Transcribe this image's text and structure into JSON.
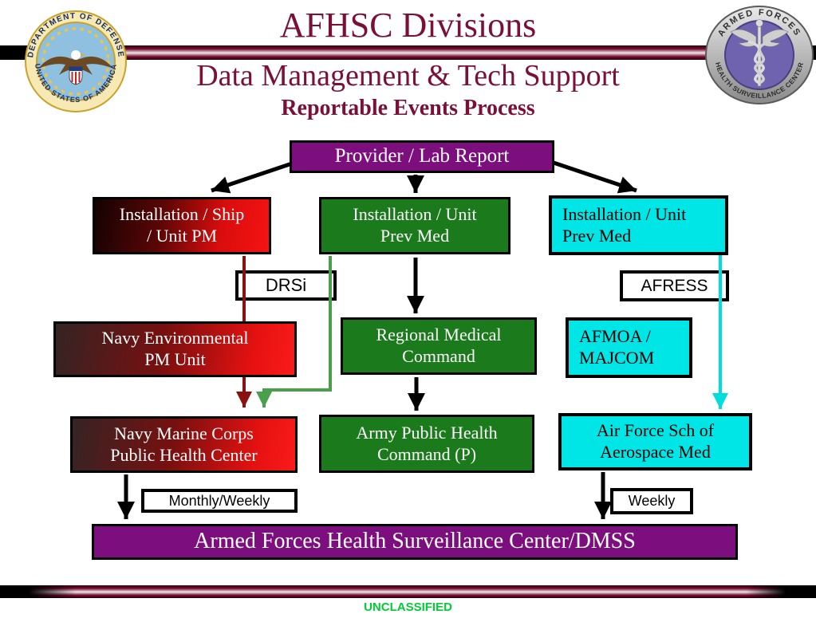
{
  "header": {
    "title": "AFHSC Divisions",
    "subtitle": "Data Management & Tech Support",
    "section_title": "Reportable Events Process",
    "left_logo": {
      "name": "dod-seal",
      "top_text": "DEPARTMENT OF DEFENSE",
      "bottom_text": "UNITED STATES OF AMERICA"
    },
    "right_logo": {
      "name": "afhsc-seal",
      "top_text": "ARMED FORCES",
      "bottom_text": "HEALTH SURVEILLANCE CENTER"
    }
  },
  "flowchart": {
    "boxes": {
      "provider": {
        "label": "Provider / Lab Report"
      },
      "installation_ship": {
        "line1": "Installation / Ship",
        "line2": "/ Unit PM"
      },
      "installation_unit_green": {
        "line1": "Installation / Unit",
        "line2": "Prev Med"
      },
      "installation_unit_cyan": {
        "line1": "Installation / Unit",
        "line2": "Prev Med"
      },
      "drsi": {
        "label": "DRSi"
      },
      "afress": {
        "label": "AFRESS"
      },
      "navy_environmental": {
        "line1": "Navy Environmental",
        "line2": "PM Unit"
      },
      "regional_medical": {
        "line1": "Regional Medical",
        "line2": "Command"
      },
      "afmoa": {
        "line1": "AFMOA /",
        "line2": "MAJCOM"
      },
      "navy_marine": {
        "line1": "Navy Marine Corps",
        "line2": "Public Health Center"
      },
      "army_public_health": {
        "line1": "Army Public Health",
        "line2": "Command (P)"
      },
      "air_force_school": {
        "line1": "Air Force Sch of",
        "line2": "Aerospace Med"
      },
      "monthly_weekly": {
        "label": "Monthly/Weekly"
      },
      "weekly": {
        "label": "Weekly"
      },
      "afhsc_dmss": {
        "label": "Armed Forces Health Surveillance Center/DMSS"
      }
    },
    "connections": [
      {
        "from": "provider",
        "to": "installation_ship",
        "style": "black-arrow"
      },
      {
        "from": "provider",
        "to": "installation_unit_green",
        "style": "black-arrow"
      },
      {
        "from": "provider",
        "to": "installation_unit_cyan",
        "style": "black-arrow"
      },
      {
        "from": "installation_ship",
        "to": "navy_marine",
        "via": "drsi",
        "style": "dark-red-arrow"
      },
      {
        "from": "installation_unit_green",
        "to": "navy_marine",
        "via": "drsi",
        "style": "green-arrow"
      },
      {
        "from": "installation_unit_green",
        "to": "regional_medical",
        "style": "black-arrow"
      },
      {
        "from": "installation_unit_cyan",
        "to": "air_force_school",
        "via": "afress",
        "style": "cyan-arrow"
      },
      {
        "from": "regional_medical",
        "to": "army_public_health",
        "style": "black-arrow"
      },
      {
        "from": "navy_marine",
        "to": "afhsc_dmss",
        "via": "monthly_weekly",
        "style": "black-arrow"
      },
      {
        "from": "air_force_school",
        "to": "afhsc_dmss",
        "via": "weekly",
        "style": "black-arrow"
      }
    ]
  },
  "footer": {
    "classification": "UNCLASSIFIED"
  },
  "colors": {
    "title_maroon": "#7A1034",
    "box_purple": "#7D0E7D",
    "box_green": "#1B7A1B",
    "box_cyan": "#00E6E6",
    "box_red_bright": "#F61313",
    "line_dark_red": "#8B1111",
    "line_green": "#4A9F4A",
    "line_cyan": "#00DDDD",
    "classification_green": "#00CC33"
  }
}
